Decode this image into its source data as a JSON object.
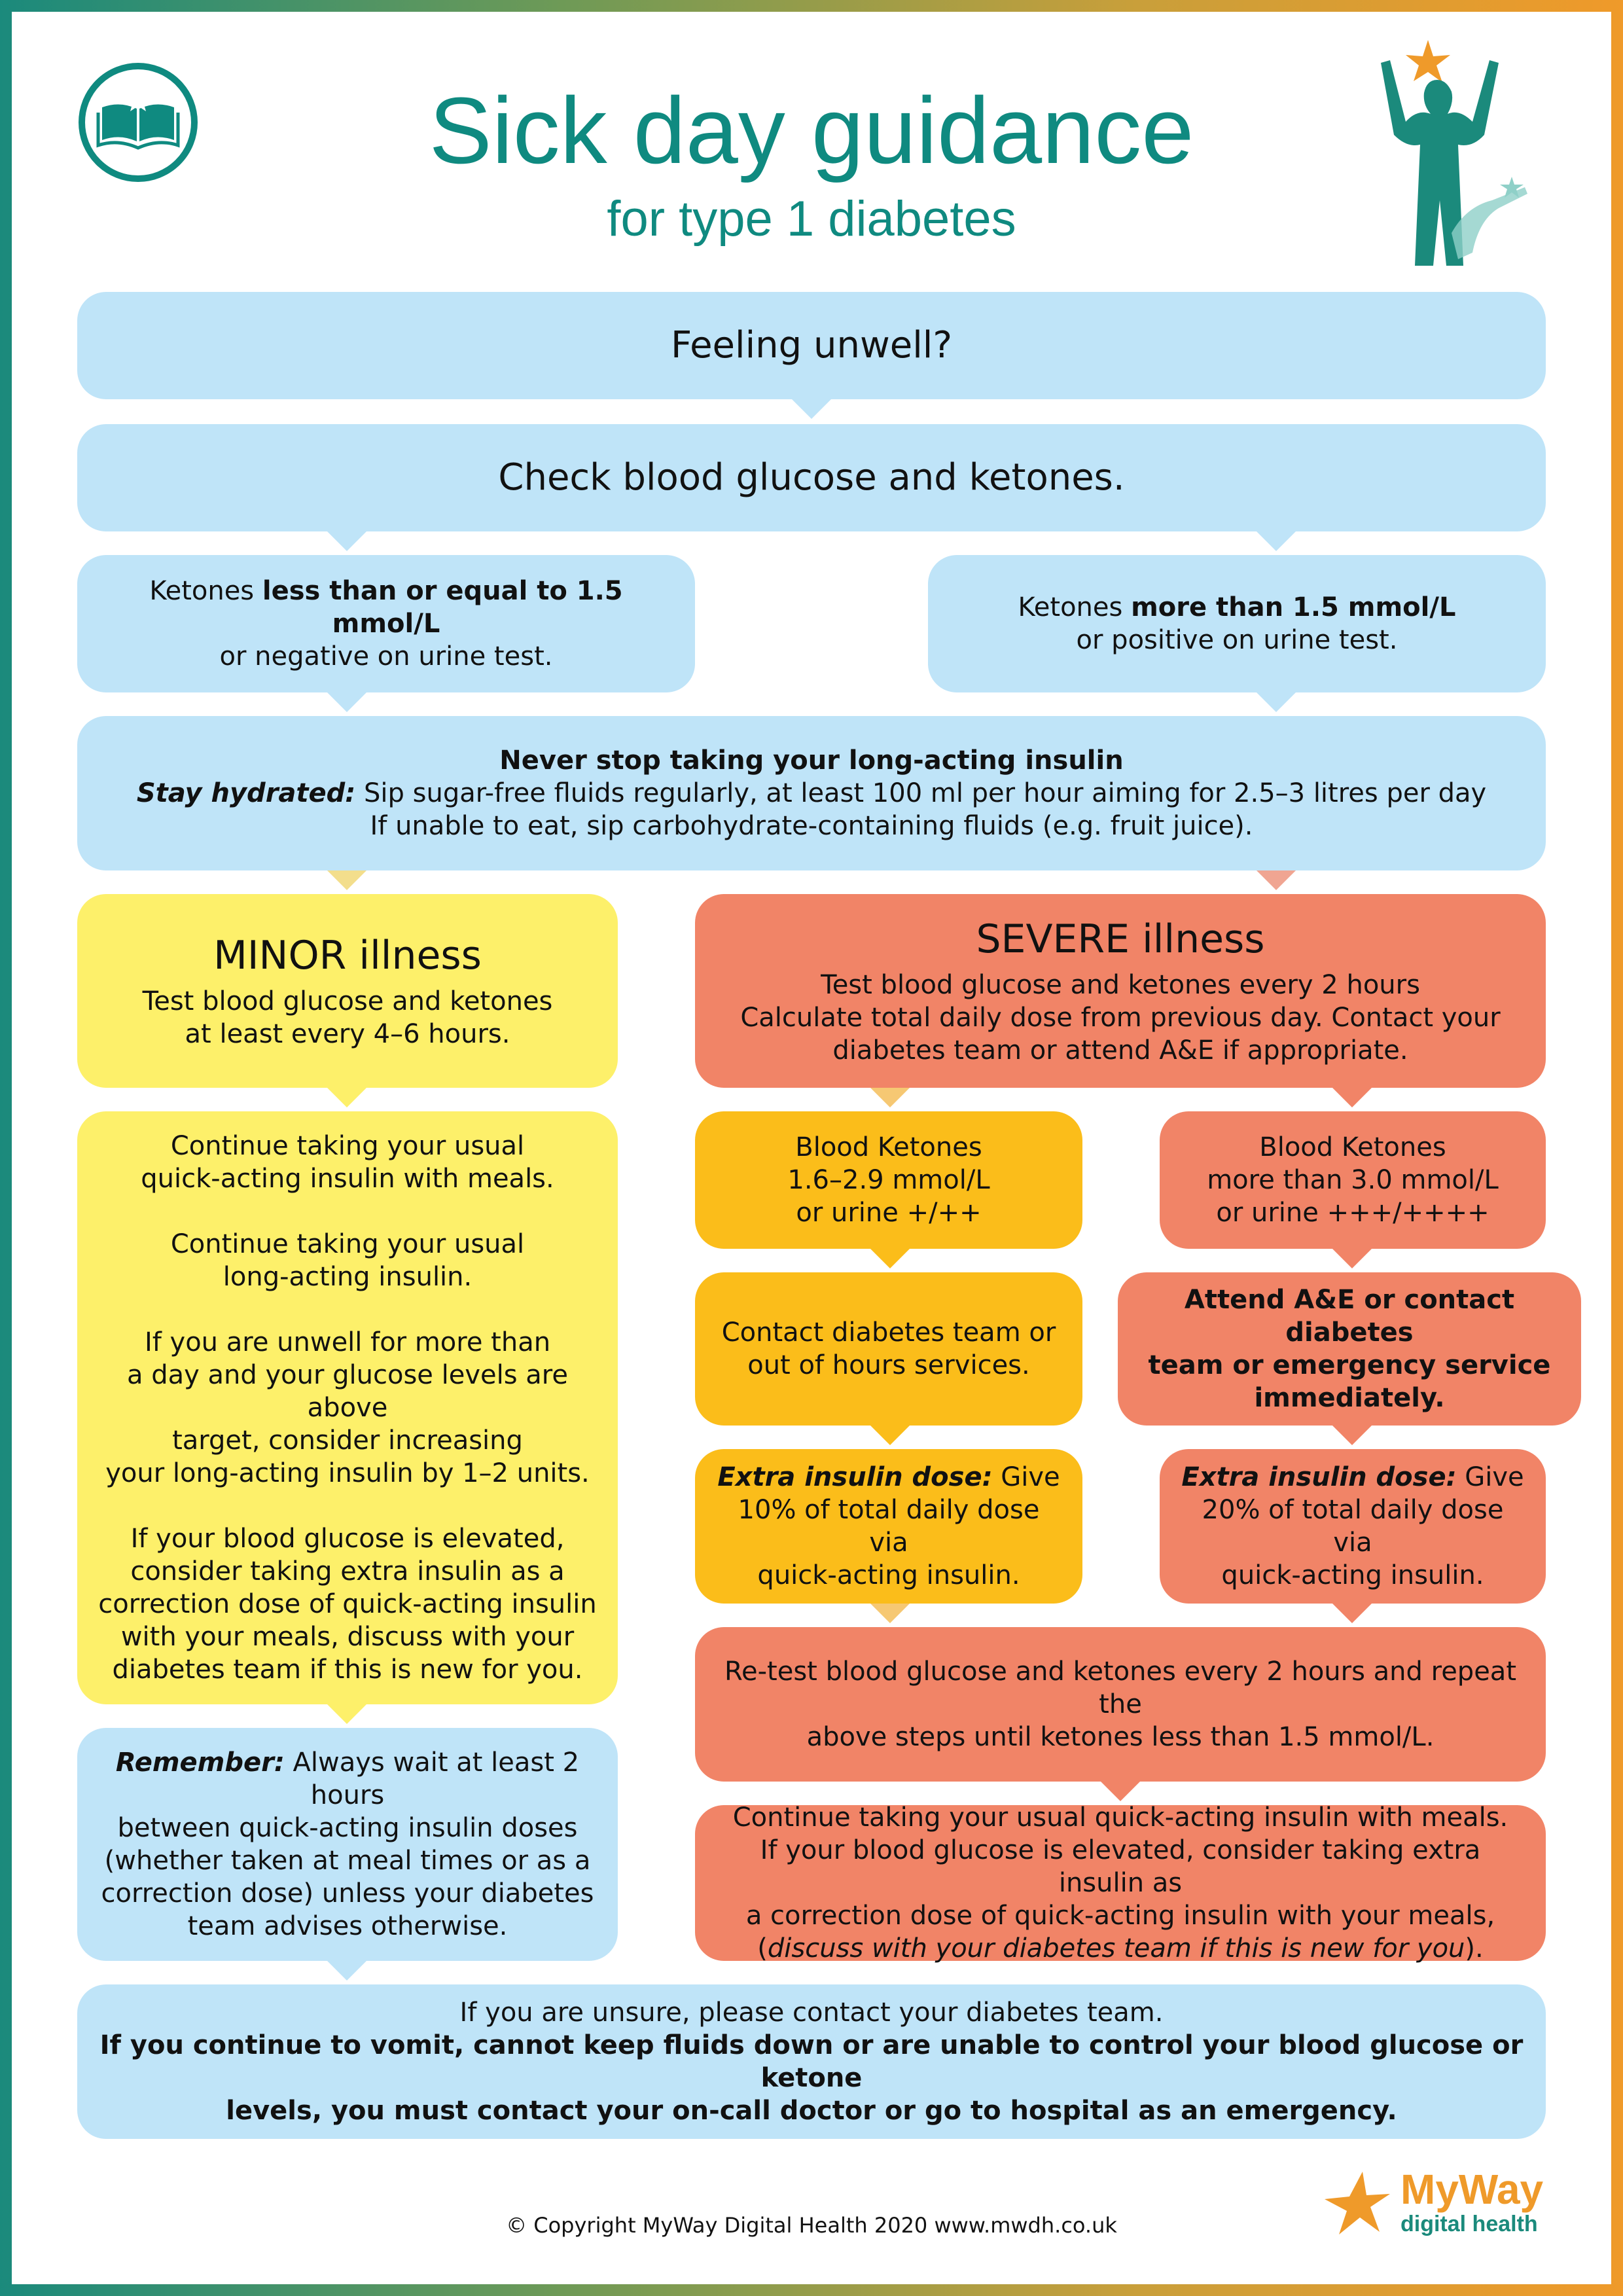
{
  "header": {
    "title": "Sick day guidance",
    "subtitle": "for type 1 diabetes"
  },
  "step1": "Feeling unwell?",
  "step2": "Check blood glucose and ketones.",
  "branch_low": {
    "pre": "Ketones ",
    "bold": "less than or equal to 1.5 mmol/L",
    "line2": "or negative on urine test."
  },
  "branch_high": {
    "pre": "Ketones ",
    "bold": "more than 1.5 mmol/L",
    "line2": "or positive on urine test."
  },
  "common": {
    "line1": "Never stop taking your long-acting insulin",
    "line2_label": "Stay hydrated:",
    "line2_text": " Sip sugar-free fluids regularly, at least 100 ml per hour aiming for 2.5–3 litres per day",
    "line3": "If unable to eat, sip carbohydrate-containing fluids (e.g. fruit juice)."
  },
  "minor": {
    "heading": "MINOR illness",
    "line1": "Test blood glucose and ketones",
    "line2": "at least every 4–6 hours.",
    "advice": [
      [
        "Continue taking your usual",
        "quick-acting insulin with meals."
      ],
      [
        "Continue taking your usual",
        "long-acting insulin."
      ],
      [
        "If you are unwell for more than",
        "a day and your glucose levels are above",
        "target, consider increasing",
        "your long-acting insulin by 1–2 units."
      ],
      [
        "If your blood glucose is elevated,",
        "consider taking extra insulin as a",
        "correction dose of quick-acting insulin",
        "with your meals, discuss with your",
        "diabetes team if this is new for you."
      ]
    ],
    "remember_label": "Remember:",
    "remember_lines": [
      " Always wait at least 2 hours",
      "between quick-acting insulin doses",
      "(whether taken at meal times or as a",
      "correction dose) unless your diabetes",
      "team advises otherwise."
    ]
  },
  "severe": {
    "heading": "SEVERE illness",
    "lines": [
      "Test blood glucose and ketones every 2 hours",
      "Calculate total daily dose from previous day. Contact your",
      "diabetes team or attend A&E if appropriate."
    ],
    "moderate_ketones": [
      "Blood Ketones",
      "1.6–2.9 mmol/L",
      "or urine +/++"
    ],
    "high_ketones": [
      "Blood Ketones",
      "more than 3.0 mmol/L",
      "or urine +++/++++"
    ],
    "moderate_action": [
      "Contact diabetes team or",
      "out of hours services."
    ],
    "high_action": [
      "Attend A&E or contact diabetes",
      "team or emergency service",
      "immediately."
    ],
    "moderate_dose_label": "Extra insulin dose:",
    "moderate_dose_lines": [
      " Give",
      "10% of total daily dose via",
      "quick-acting insulin."
    ],
    "high_dose_label": "Extra insulin dose:",
    "high_dose_lines": [
      " Give",
      "20% of total daily dose via",
      "quick-acting insulin."
    ],
    "retest": [
      "Re-test blood glucose and ketones every 2 hours and repeat the",
      "above steps until ketones less than 1.5 mmol/L."
    ],
    "continue": [
      "Continue taking your usual quick-acting insulin with meals.",
      "If your blood glucose is elevated, consider taking extra insulin as",
      "a correction dose of quick-acting insulin with your meals,"
    ],
    "continue_paren_open": "(",
    "continue_italic": "discuss with your diabetes team if this is new for you",
    "continue_paren_close": ")."
  },
  "final": {
    "line1": "If you are unsure, please contact your diabetes team.",
    "bold_lines": [
      "If you continue to vomit, cannot keep fluids down or are unable to control your blood glucose or ketone",
      "levels, you must contact your on-call doctor or go to hospital as an emergency."
    ]
  },
  "footer": {
    "copyright": "© Copyright MyWay Digital Health 2020 www.mwdh.co.uk",
    "brand_top": "MyWay",
    "brand_bottom": "digital health"
  },
  "colors": {
    "teal": "#0f8a80",
    "blue_box": "#bfe4f8",
    "yellow_box": "#fdf06a",
    "amber_box": "#fbbd1a",
    "coral_box": "#f18467",
    "orange_star": "#ef9a2a"
  },
  "icons": [
    "book-star-icon",
    "person-star-icon",
    "myway-star-icon"
  ]
}
